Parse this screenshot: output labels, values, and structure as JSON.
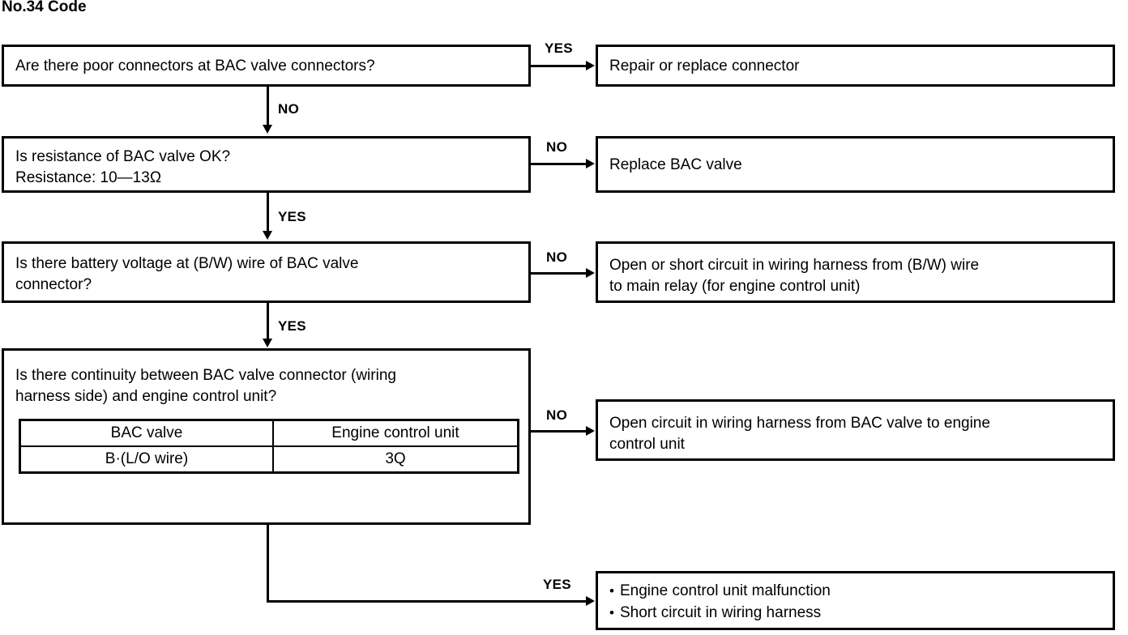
{
  "title": "No.34 Code",
  "labels": {
    "yes": "YES",
    "no": "NO"
  },
  "flow": {
    "decisions": [
      {
        "id": "q1",
        "text": "Are there poor connectors at BAC valve connectors?",
        "yes_label": "YES",
        "no_label": "NO"
      },
      {
        "id": "q2",
        "line1": "Is resistance of BAC valve OK?",
        "line2": "Resistance: 10—13Ω",
        "yes_label": "YES",
        "no_label": "NO"
      },
      {
        "id": "q3",
        "text": "Is there battery voltage at (B/W) wire of BAC valve\nconnector?",
        "yes_label": "YES",
        "no_label": "NO"
      },
      {
        "id": "q4",
        "text": "Is there continuity between BAC valve connector (wiring\nharness side) and engine control unit?",
        "yes_label": "YES",
        "no_label": "NO",
        "table": {
          "headers": [
            "BAC valve",
            "Engine control unit"
          ],
          "rows": [
            [
              "B·(L/O wire)",
              "3Q"
            ]
          ]
        }
      }
    ],
    "outcomes": [
      {
        "id": "r1",
        "text": "Repair or replace connector",
        "branch": "YES"
      },
      {
        "id": "r2",
        "text": "Replace BAC valve",
        "branch": "NO"
      },
      {
        "id": "r3",
        "text": "Open or short circuit in wiring harness from (B/W) wire\nto main relay (for engine control unit)",
        "branch": "NO"
      },
      {
        "id": "r4",
        "text": "Open circuit in wiring harness from BAC valve to engine\ncontrol unit",
        "branch": "NO"
      },
      {
        "id": "r5",
        "branch": "YES",
        "bullets": [
          "Engine control unit malfunction",
          "Short circuit in wiring harness"
        ],
        "bullet_glyph": "•"
      }
    ]
  },
  "colors": {
    "stroke": "#000000",
    "background": "#ffffff"
  }
}
